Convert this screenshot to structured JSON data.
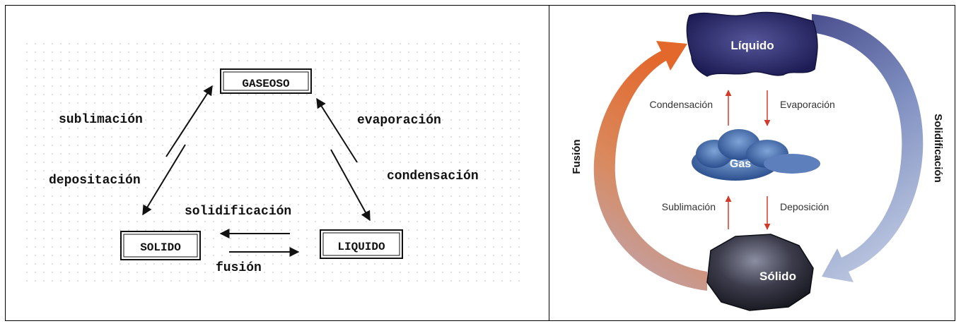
{
  "left_diagram": {
    "states": {
      "gas": "GASEOSO",
      "solid": "SOLIDO",
      "liquid": "LIQUIDO"
    },
    "transitions": {
      "sublimation": "sublimación",
      "deposition": "depositación",
      "evaporation": "evaporación",
      "condensation": "condensación",
      "solidification": "solidificación",
      "fusion": "fusión"
    }
  },
  "right_diagram": {
    "states": {
      "liquid": "Líquido",
      "gas": "Gas",
      "solid": "Sólido"
    },
    "transitions": {
      "condensation": "Condensación",
      "evaporation": "Evaporación",
      "sublimation": "Sublimación",
      "deposition": "Deposición",
      "fusion": "Fusión",
      "solidification": "Solidificación"
    },
    "colors": {
      "fusion_arrow": "#e0733a",
      "solidification_arrow": "#8a9bc6",
      "liquid_blob": "#2d2d6e",
      "gas_cloud": "#3a63a8",
      "solid_rock": "#3a3a48",
      "small_arrows": "#d23a2a"
    }
  }
}
